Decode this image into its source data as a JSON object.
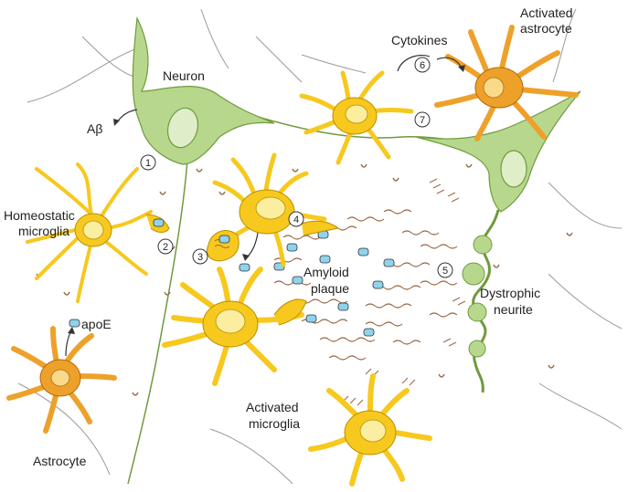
{
  "labels": {
    "neuron": "Neuron",
    "abeta": "Aβ",
    "homeostatic_microglia_line1": "Homeostatic",
    "homeostatic_microglia_line2": "microglia",
    "apoe": "apoE",
    "astrocyte": "Astrocyte",
    "activated_microglia_line1": "Activated",
    "activated_microglia_line2": "microglia",
    "amyloid_plaque_line1": "Amyloid",
    "amyloid_plaque_line2": "plaque",
    "cytokines": "Cytokines",
    "activated_astrocyte_line1": "Activated",
    "activated_astrocyte_line2": "astrocyte",
    "dystrophic_neurite_line1": "Dystrophic",
    "dystrophic_neurite_line2": "neurite"
  },
  "steps": [
    "1",
    "2",
    "3",
    "4",
    "5",
    "6",
    "7"
  ],
  "colors": {
    "neuron_fill": "#b7d88c",
    "neuron_stroke": "#6f9a3e",
    "microglia_fill": "#f7c81e",
    "microglia_stroke": "#b98f00",
    "microglia_nucleus": "#fbeea0",
    "astrocyte_fill": "#eea12a",
    "astrocyte_stroke": "#b06b0c",
    "astrocyte_nucleus": "#f9d98a",
    "amyloid": "#9a6a4a",
    "apoe": "#8fd3ec",
    "outline": "#333333"
  }
}
